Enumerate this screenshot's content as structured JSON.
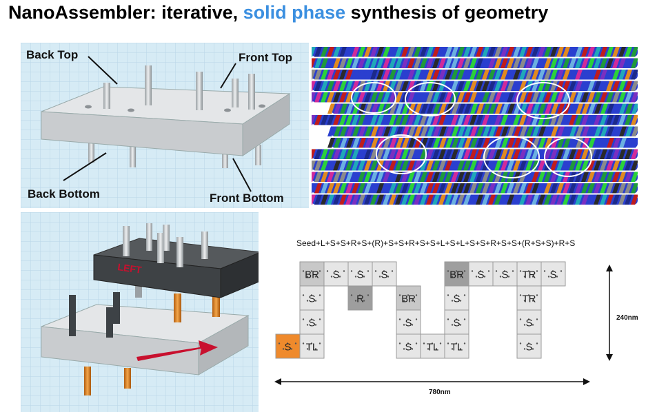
{
  "title": {
    "prefix": "NanoAssembler: iterative, ",
    "highlight": "solid phase",
    "suffix": " synthesis of geometry",
    "highlight_color": "#3b8fe0"
  },
  "panel_top_left": {
    "labels": {
      "back_top": "Back Top",
      "front_top": "Front Top",
      "back_bottom": "Back Bottom",
      "front_bottom": "Front Bottom"
    }
  },
  "panel_bottom_left": {
    "block_text": "LEFT"
  },
  "panel_bottom_right": {
    "sequence": "Seed+L+S+S+R+S+(R)+S+S+R+S+S+L+S+L+S+S+R+S+S+(R+S+S)+R+S",
    "height_label": "240nm",
    "width_label": "780nm",
    "tile_labels": [
      "BR",
      "S",
      "S",
      "S",
      "BR",
      "S",
      "S",
      "TR",
      "S",
      "R",
      "BR",
      "TR",
      "S",
      "S",
      "S",
      "S",
      "S",
      "S",
      "S",
      "TL",
      "TL",
      "S",
      "TL",
      "S"
    ],
    "colors": {
      "orange_seed": "#ef8a2c",
      "dark_tile": "#9e9e9e",
      "mid_tile": "#c8c8c8",
      "light_tile": "#e6e6e6"
    }
  }
}
